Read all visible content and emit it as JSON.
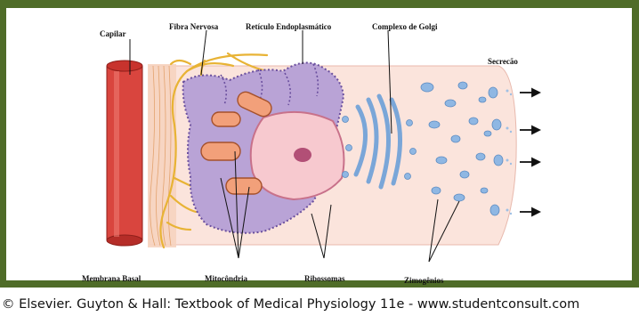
{
  "labels": {
    "capilar": "Capilar",
    "fibra_nervosa": "Fibra Nervosa",
    "reticulo": "Retículo Endoplasmático",
    "golgi": "Complexo de Golgi",
    "secrecao": "Secrecão",
    "membrana_basal": "Membrana Basal",
    "mitocondria": "Mitocôndria",
    "ribossomas": "Ribossomas",
    "zimogenios": "Zimogênios"
  },
  "footer": {
    "copyright": "© Elsevier. Guyton & Hall: Textbook of Medical Physiology 11e - www.studentconsult.com"
  },
  "colors": {
    "frame": "#4f6c28",
    "cell": "#fbe4dc",
    "capillary": "#d9453e",
    "er": "#b9a3d6",
    "er_dots": "#6a4f9e",
    "golgi": "#8fb7e3",
    "mito": "#f2a07a",
    "nucleus": "#f7c9cf",
    "nerve": "#e8b335"
  }
}
